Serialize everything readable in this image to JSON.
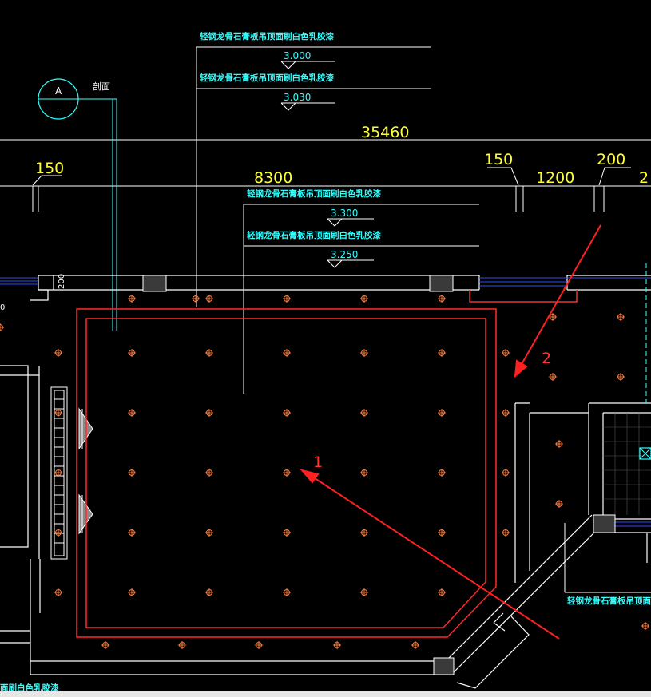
{
  "colors": {
    "background": "#000000",
    "wall": "#ffffff",
    "ceiling_outline": "#ff2a2a",
    "leader": "#33ffff",
    "dimension_text": "#ffff33",
    "light_marker": "#ff7a3c",
    "annotation": "#ff3333",
    "window_line": "#2f4bff"
  },
  "section_marker": {
    "letter": "A",
    "sub": "-",
    "label": "剖面"
  },
  "notes": {
    "top": [
      {
        "text": "轻钢龙骨石膏板吊顶面刷白色乳胶漆",
        "elevation": "3.000"
      },
      {
        "text": "轻钢龙骨石膏板吊顶面刷白色乳胶漆",
        "elevation": "3.030"
      }
    ],
    "middle": [
      {
        "text": "轻钢龙骨石膏板吊顶面刷白色乳胶漆",
        "elevation": "3.300"
      },
      {
        "text": "轻钢龙骨石膏板吊顶面刷白色乳胶漆",
        "elevation": "3.250"
      }
    ],
    "right": "轻钢龙骨石膏板吊顶面刷白色乳胶",
    "bottom_left": "面刷白色乳胶漆"
  },
  "dimensions": {
    "overall": "35460",
    "room": "8300",
    "left": "150",
    "right_a": "150",
    "right_b": "1200",
    "right_c": "200",
    "right_d": "2",
    "wall_vertical": "200",
    "wall_small": "0"
  },
  "annotations": [
    "1",
    "2"
  ]
}
